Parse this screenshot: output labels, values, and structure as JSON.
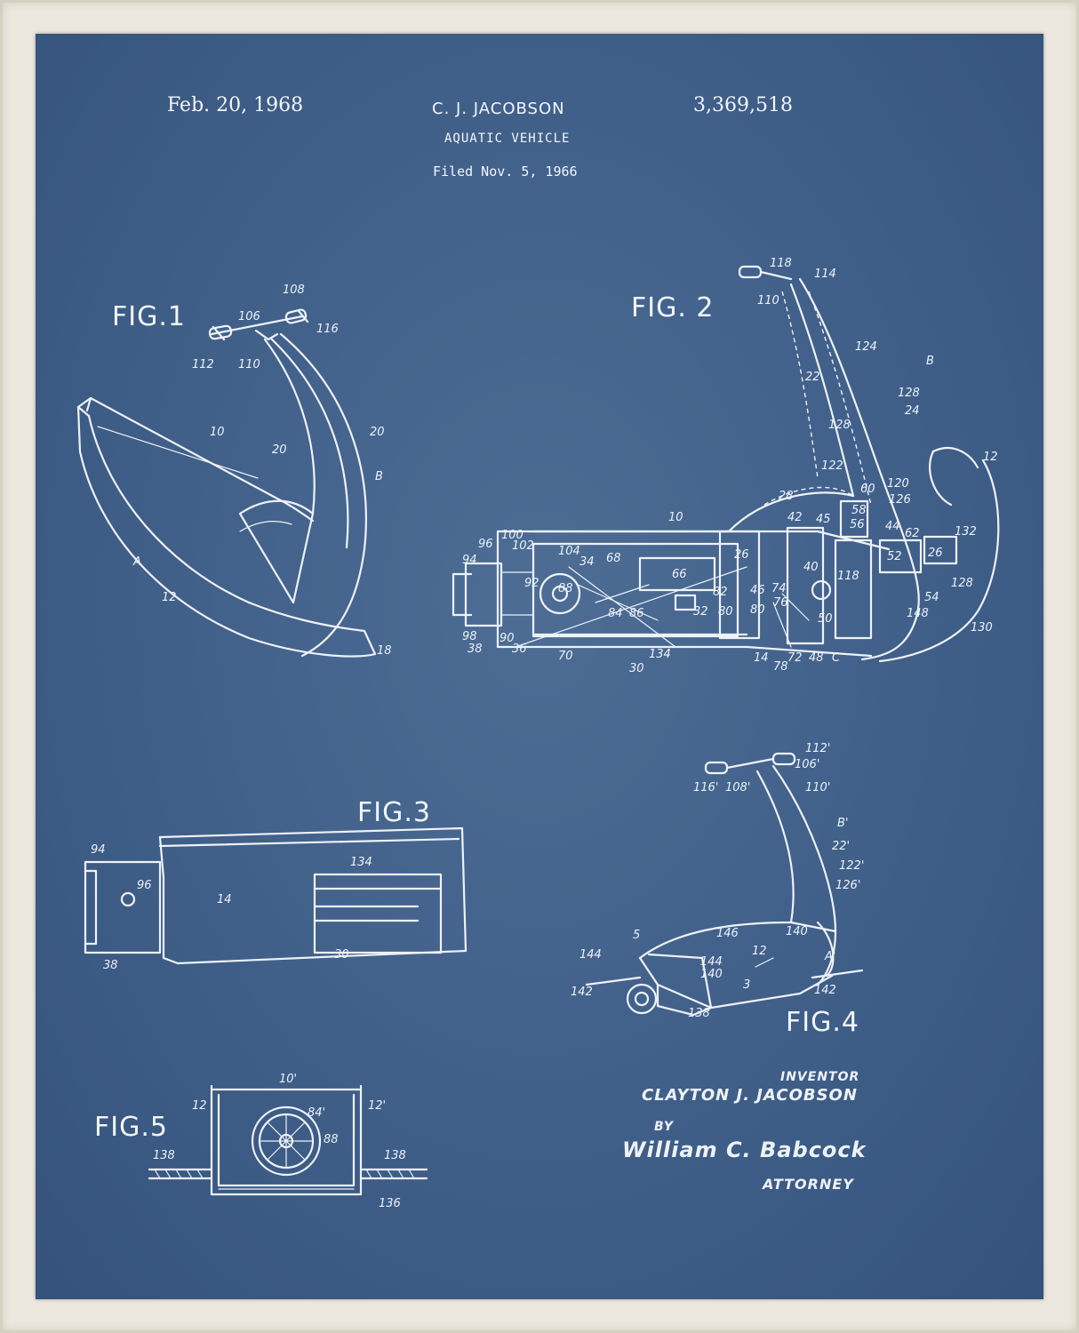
{
  "header": {
    "patent_date": "Feb. 20, 1968",
    "inventor": "C. J. JACOBSON",
    "patent_number": "3,369,518",
    "title": "AQUATIC VEHICLE",
    "filed": "Filed Nov. 5, 1966"
  },
  "figures": {
    "fig1": {
      "label": "FIG.1",
      "refs": [
        "106",
        "108",
        "116",
        "112",
        "110",
        "10",
        "20",
        "20",
        "B",
        "A",
        "12",
        "18"
      ]
    },
    "fig2": {
      "label": "FIG. 2",
      "refs": [
        "118",
        "114",
        "110",
        "124",
        "B",
        "22",
        "128",
        "24",
        "128",
        "122",
        "120",
        "126",
        "60",
        "42",
        "28",
        "45",
        "58",
        "56",
        "44",
        "62",
        "132",
        "52",
        "26",
        "12",
        "10",
        "26",
        "40",
        "118",
        "54",
        "128",
        "148",
        "130",
        "100",
        "102",
        "96",
        "94",
        "104",
        "34",
        "68",
        "66",
        "92",
        "88",
        "82",
        "46",
        "74",
        "76",
        "84",
        "86",
        "32",
        "80",
        "80",
        "50",
        "98",
        "38",
        "90",
        "36",
        "70",
        "134",
        "30",
        "14",
        "78",
        "72",
        "48",
        "C"
      ]
    },
    "fig3": {
      "label": "FIG.3",
      "refs": [
        "94",
        "96",
        "14",
        "134",
        "38",
        "30"
      ]
    },
    "fig4": {
      "label": "FIG.4",
      "refs": [
        "112'",
        "106'",
        "116'",
        "108'",
        "110'",
        "B'",
        "22'",
        "122'",
        "126'",
        "5",
        "144",
        "146",
        "12",
        "140",
        "144",
        "140",
        "A'",
        "142",
        "3",
        "142",
        "138"
      ]
    },
    "fig5": {
      "label": "FIG.5",
      "refs": [
        "10'",
        "12",
        "84'",
        "12'",
        "88",
        "138",
        "138",
        "136"
      ]
    }
  },
  "signature": {
    "inventor_caption": "INVENTOR",
    "inventor_name": "CLAYTON J. JACOBSON",
    "by": "BY",
    "attorney_signature": "William C. Babcock",
    "attorney_caption": "ATTORNEY"
  }
}
